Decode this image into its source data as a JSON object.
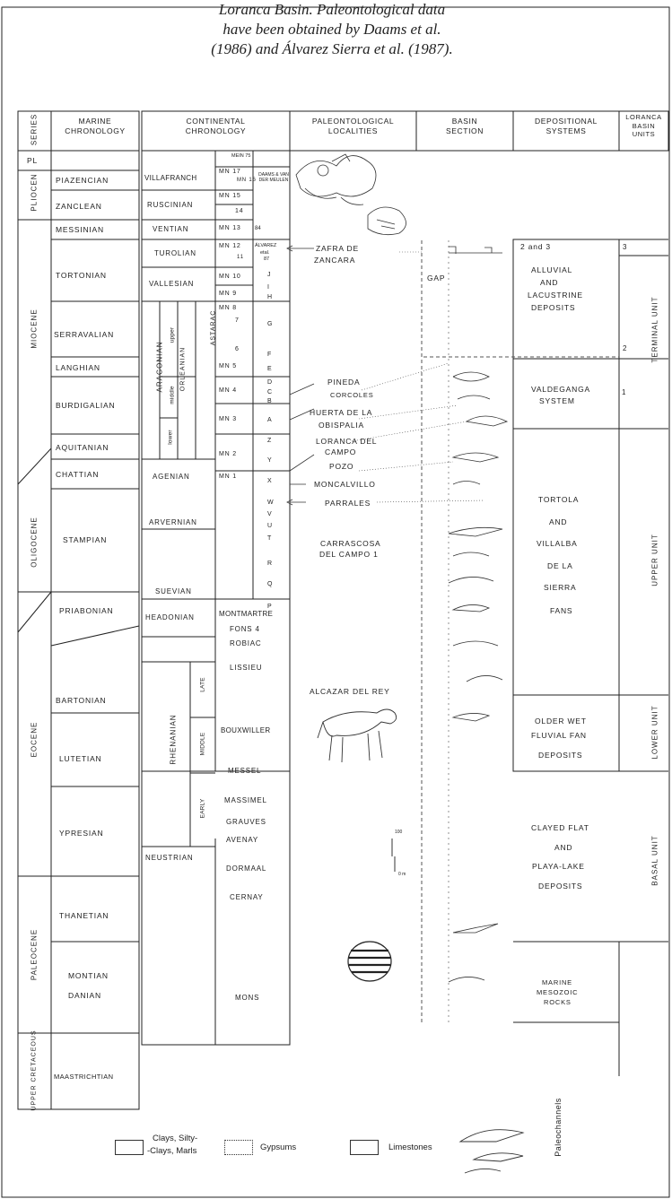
{
  "caption": {
    "line1": "Loranca Basin. Paleontological data",
    "line2": "have been obtained by Daams et al.",
    "line3": "(1986) and Álvarez Sierra et al. (1987)."
  },
  "headers": {
    "series": "SERIES",
    "marine": [
      "MARINE",
      "CHRONOLOGY"
    ],
    "continental": [
      "CONTINENTAL",
      "CHRONOLOGY"
    ],
    "paleo": [
      "PALEONTOLOGICAL",
      "LOCALITIES"
    ],
    "basin": [
      "BASIN",
      "SECTION"
    ],
    "depo": [
      "DEPOSITIONAL",
      "SYSTEMS"
    ],
    "units": [
      "LORANCA",
      "BASIN",
      "UNITS"
    ]
  },
  "series": [
    {
      "label": "PL",
      "type": "h"
    },
    {
      "label": "PLIOCEN",
      "type": "v"
    },
    {
      "label": "MIOCENE",
      "type": "v"
    },
    {
      "label": "OLIGOCENE",
      "type": "v"
    },
    {
      "label": "EOCENE",
      "type": "v"
    },
    {
      "label": "PALEOCENE",
      "type": "v"
    },
    {
      "label": "UPPER CRETACEOUS",
      "type": "v"
    }
  ],
  "marine": [
    "PIAZENCIAN",
    "ZANCLEAN",
    "MESSINIAN",
    "TORTONIAN",
    "SERRAVALIAN",
    "LANGHIAN",
    "BURDIGALIAN",
    "AQUITANIAN",
    "CHATTIAN",
    "STAMPIAN",
    "PRIABONIAN",
    "BARTONIAN",
    "LUTETIAN",
    "YPRESIAN",
    "THANETIAN",
    "MONTIAN",
    "DANIAN",
    "MAASTRICHTIAN"
  ],
  "continental": {
    "stages": [
      "VILLAFRANCH",
      "RUSCINIAN",
      "VENTIAN",
      "TUROLIAN",
      "VALLESIAN",
      "AGENIAN",
      "ARVERNIAN",
      "SUEVIAN",
      "HEADONIAN",
      "NEUSTRIAN"
    ],
    "aragonian": "ARAGONIAN",
    "orleanian": "ORLEANIAN",
    "astaracian": "ASTARAC",
    "sub": [
      "upper",
      "middle",
      "lower"
    ],
    "rhenanian": "RHENANIAN",
    "rhen_sub": [
      "LATE",
      "MIDDLE",
      "EARLY"
    ],
    "mn": [
      "MN 17",
      "MN 16",
      "MN 15",
      "14",
      "MN 13",
      "MN 12",
      "11",
      "MN 10",
      "MN 9",
      "MN 8",
      "7",
      "6",
      "MN 5",
      "MN 4",
      "MN 3",
      "MN 2",
      "MN 1"
    ],
    "mein": "MEIN 75",
    "zones": [
      "G",
      "F",
      "E",
      "D",
      "C",
      "B",
      "A",
      "Z",
      "Y",
      "X",
      "W",
      "V",
      "U",
      "T",
      "R",
      "Q",
      "P",
      "H",
      "I",
      "J"
    ],
    "daams": "DAAMS & VAN DER MEULEN",
    "alvarez": [
      "ÁLVAREZ",
      "etal.",
      "87",
      "84"
    ],
    "levels": [
      "MONTMARTRE",
      "FONS 4",
      "ROBIAC",
      "LISSIEU",
      "BOUXWILLER",
      "MESSEL",
      "MASSIMEL",
      "GRAUVES",
      "AVENAY",
      "DORMAAL",
      "CERNAY",
      "MONS"
    ]
  },
  "paleo": [
    "ZAFRA DE",
    "ZANCARA",
    "PINEDA",
    "CORCOLES",
    "HUERTA DE LA",
    "OBISPALIA",
    "LORANCA DEL",
    "CAMPO",
    "POZO",
    "MONCALVILLO",
    "PARRALES",
    "CARRASCOSA",
    "DEL CAMPO 1",
    "ALCAZAR DEL REY"
  ],
  "basin": {
    "gap": "GAP",
    "scale": "100",
    "scale0": "0 m"
  },
  "depo": [
    [
      "2 and 3",
      "ALLUVIAL",
      "AND",
      "LACUSTRINE",
      "DEPOSITS"
    ],
    [
      "VALDEGANGA",
      "SYSTEM"
    ],
    [
      "TORTOLA",
      "AND",
      "VILLALBA",
      "DE LA",
      "SIERRA",
      "FANS"
    ],
    [
      "OLDER WET",
      "FLUVIAL FAN",
      "DEPOSITS"
    ],
    [
      "CLAYED FLAT",
      "AND",
      "PLAYA-LAKE",
      "DEPOSITS"
    ],
    [
      "MARINE",
      "MESOZOIC",
      "ROCKS"
    ]
  ],
  "units": {
    "numbers": [
      "3",
      "2",
      "1"
    ],
    "names": [
      "TERMINAL UNIT",
      "UPPER UNIT",
      "LOWER UNIT",
      "BASAL UNIT"
    ]
  },
  "legend": {
    "clays": [
      "Clays, Silty-",
      "-Clays, Marls"
    ],
    "gypsums": "Gypsums",
    "limestones": "Limestones",
    "paleochannels": "Paleochannels"
  },
  "colors": {
    "ink": "#1a1a1a",
    "paper": "#ffffff"
  }
}
